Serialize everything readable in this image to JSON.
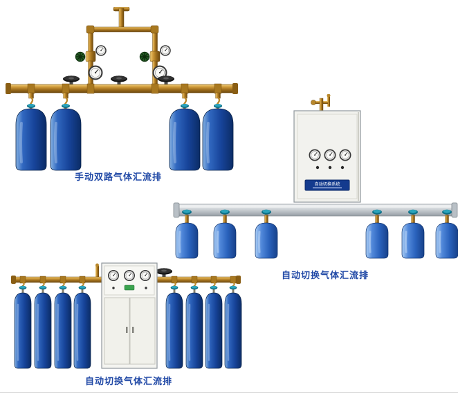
{
  "page": {
    "background": "#ffffff",
    "caption_color": "#2149a6"
  },
  "figures": [
    {
      "id": "manual-dual-line-manifold",
      "caption": "手动双路气体汇流排",
      "cylinders": 4
    },
    {
      "id": "auto-switch-manifold-wall-cabinet",
      "caption": "自动切换气体汇流排",
      "cabinet_label": "自动切换系统",
      "cylinders": 6
    },
    {
      "id": "auto-switch-manifold-floor-cabinet",
      "caption": "自动切换气体汇流排",
      "cylinders": 8
    }
  ],
  "colors": {
    "brass_pipe": "#c08a2e",
    "cylinder_dark_blue": "#16469c",
    "cylinder_bright_blue": "#2a62bc",
    "valve_knob_teal": "#0e7c94",
    "cabinet_body": "#f3f3ef",
    "rail_silver": "#ccd1d5",
    "gauge_face": "#f8f8f6"
  }
}
